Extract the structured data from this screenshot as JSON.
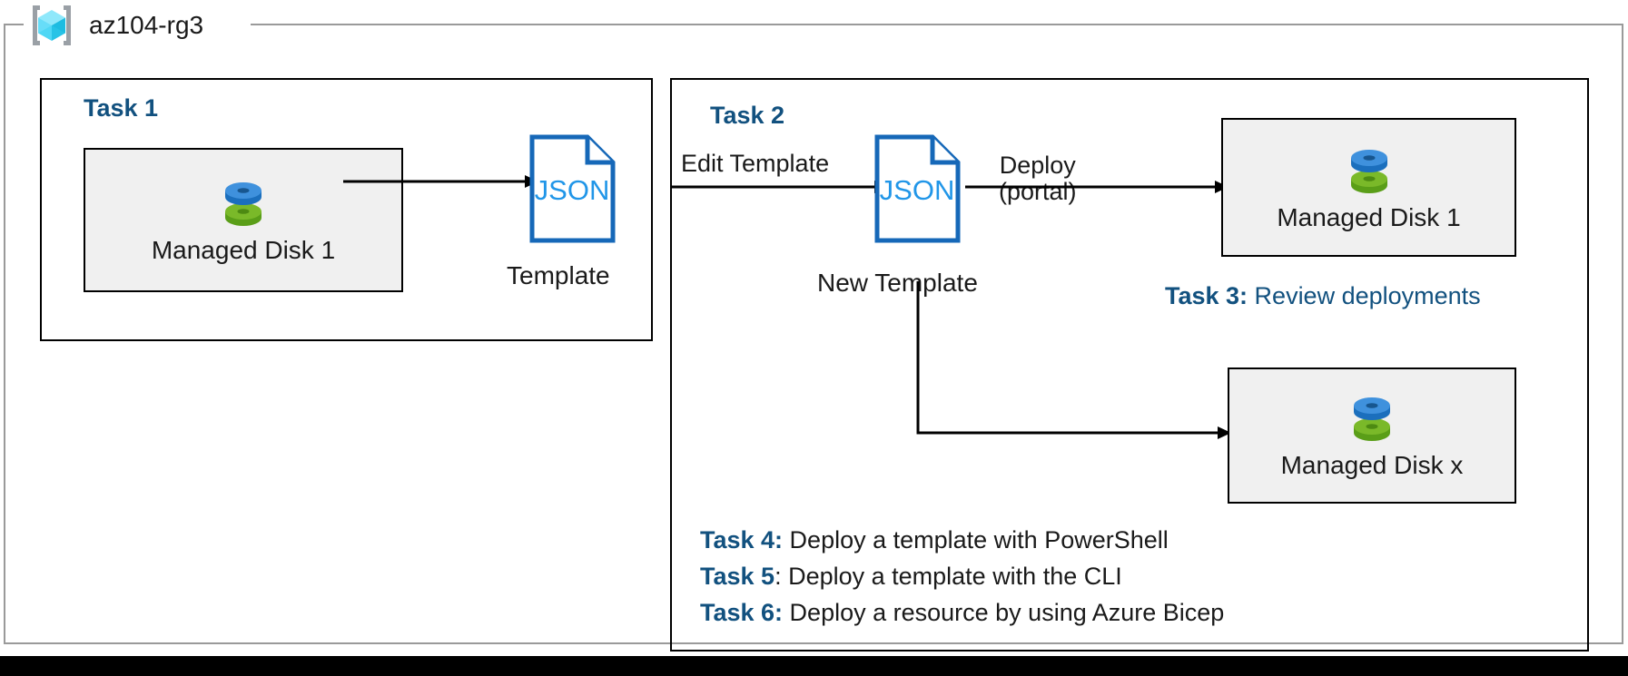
{
  "resource_group": {
    "name": "az104-rg3",
    "icon": "azure-resource-group-icon"
  },
  "colors": {
    "accent_blue": "#12517f",
    "json_outline": "#1668b8",
    "json_text": "#2196e8",
    "disk_blue": "#3f91dd",
    "disk_green": "#7ab929",
    "tile_fill": "#f0f0f0",
    "frame_gray": "#9a9a9a",
    "stroke_black": "#000000"
  },
  "task1": {
    "heading": "Task 1",
    "disk": {
      "caption": "Managed Disk 1",
      "icon": "managed-disk-icon"
    },
    "template_doc": {
      "icon": "json-file-icon",
      "badge": "JSON",
      "caption": "Template"
    },
    "arrow": {
      "name": "arrow-disk-to-template",
      "label": ""
    }
  },
  "task2": {
    "heading": "Task 2",
    "edit_arrow_label": "Edit Template",
    "new_template_doc": {
      "icon": "json-file-icon",
      "badge": "JSON",
      "caption": "New Template"
    },
    "deploy_arrow_label_line1": "Deploy",
    "deploy_arrow_label_line2": "(portal)",
    "disk_top": {
      "caption": "Managed Disk 1",
      "icon": "managed-disk-icon"
    },
    "disk_bottom": {
      "caption": "Managed Disk x",
      "icon": "managed-disk-icon"
    }
  },
  "notes": {
    "task3": {
      "label": "Task 3:",
      "text": " Review deployments",
      "style": "navy"
    },
    "task4": {
      "label": "Task 4:",
      "text": " Deploy a template with PowerShell",
      "style": "black"
    },
    "task5": {
      "label": "Task 5",
      "text": ": Deploy a template with the CLI",
      "style": "black"
    },
    "task6": {
      "label": "Task 6:",
      "text": " Deploy a resource by using Azure Bicep",
      "style": "black"
    }
  }
}
